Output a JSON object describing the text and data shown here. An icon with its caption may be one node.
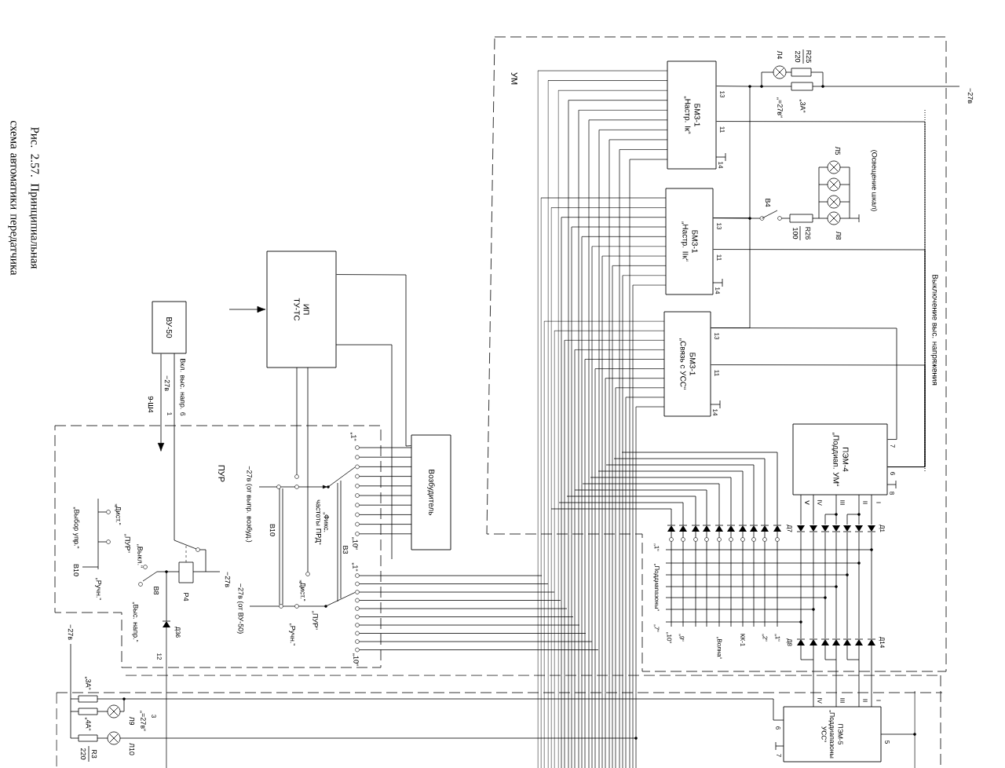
{
  "diagram": {
    "caption": "Рис. 2.57. Принципиальная схема автоматики передатчика",
    "nodes": [
      {
        "text": [
          "УМ"
        ]
      },
      {
        "text": [
          "БМЗ-1",
          "„Настр. Iк“"
        ],
        "in": 0
      },
      {
        "text": [
          "БМЗ-1",
          "„Настр. IIк“"
        ],
        "in": 0
      },
      {
        "text": [
          "БМЗ-1",
          "„Связь с УСС“"
        ],
        "in": 0
      },
      {
        "text": [
          "ПЭМ-4",
          "„Поддиап. УМ“"
        ],
        "in": 0
      },
      {
        "text": [
          "ИП",
          "ТУ-ТС"
        ]
      },
      {
        "text": [
          "ВУ-50"
        ]
      },
      {
        "text": [
          "Возбудитель"
        ]
      },
      {
        "text": [
          "ПЭМ-5",
          "„Поддиапазоны УСС“"
        ]
      }
    ],
    "edges": [
      {
        "from": null,
        "to": 5,
        "arrow": "to"
      },
      {
        "from": 6,
        "to": null,
        "arrow": "to"
      },
      {
        "from": 5,
        "to": 7,
        "arrow": "none"
      },
      {
        "from": 1,
        "to": 2,
        "arrow": "none"
      },
      {
        "from": 2,
        "to": 3,
        "arrow": "none"
      },
      {
        "from": 3,
        "to": 4,
        "arrow": "none"
      },
      {
        "from": 1,
        "to": 4,
        "arrow": "none"
      },
      {
        "from": 2,
        "to": 4,
        "arrow": "none"
      },
      {
        "from": 3,
        "to": 4,
        "arrow": "none"
      }
    ],
    "labels": [
      "−27в",
      "Л4",
      "220",
      "R25",
      "„=27в“",
      "„3А“",
      "(Освещение шкал)",
      "Л5",
      "В4",
      "100",
      "R26",
      "Л8",
      "Выключение выс. напряжения",
      "13",
      "11",
      "14",
      "13",
      "11",
      "14",
      "13",
      "11",
      "14",
      "7",
      "6",
      "8",
      "V",
      "IV",
      "III",
      "II",
      "I",
      "Д7",
      "Д1",
      "„1“",
      "„Поддиапазоны“",
      "„7“",
      "„10“",
      "„9“",
      "„Волна“",
      "КК-1",
      "„2“",
      "„1“",
      "Д8",
      "Д14",
      "Вкл. выс. напр. 6",
      "−27в",
      "9-Ш4",
      "1",
      "ПУР",
      "−27в (от выпр. возбуд.)",
      "„1“",
      "„Фикс. частоты ПРД“",
      "В3",
      "„10“",
      "В10",
      "„1“",
      "−27в (от ВУ-50)",
      "−27в",
      "Р4",
      "„Дист.“",
      "„ПУР“",
      "„Ручн.“",
      "„10“",
      "„Выбор упр.“",
      "В10",
      "„Дист.“",
      "„ПУР“",
      "„Выкл.“",
      "„Ручн.“",
      "В8",
      "„Выс. напр.“",
      "Д36",
      "12",
      "−27в",
      "„3А“",
      "„=27в“",
      "3",
      "Л9",
      "„4А“",
      "R3",
      "220",
      "Л10",
      "IV",
      "III",
      "II",
      "I",
      "6",
      "7",
      "5"
    ]
  }
}
